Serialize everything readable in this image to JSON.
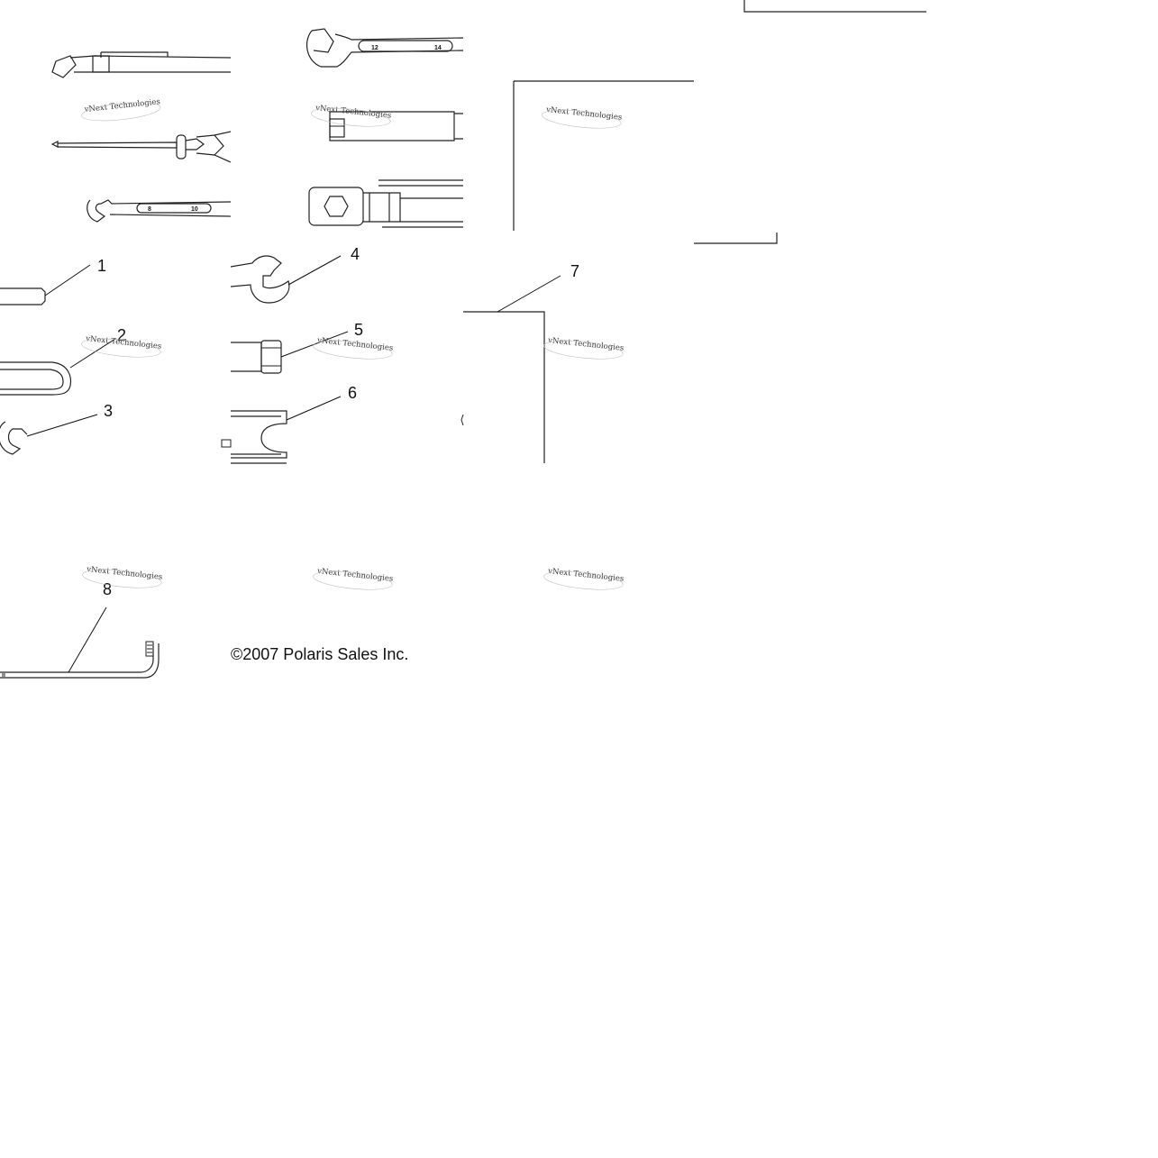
{
  "diagram": {
    "callouts": [
      {
        "id": "1",
        "label": "1"
      },
      {
        "id": "2",
        "label": "2"
      },
      {
        "id": "3",
        "label": "3"
      },
      {
        "id": "4",
        "label": "4"
      },
      {
        "id": "5",
        "label": "5"
      },
      {
        "id": "6",
        "label": "6"
      },
      {
        "id": "7",
        "label": "7"
      },
      {
        "id": "8",
        "label": "8"
      }
    ],
    "watermark_text": "vNext Technologies",
    "wrench_marks": {
      "large_wrench": [
        "12",
        "14"
      ],
      "small_wrench": [
        "8",
        "10"
      ]
    },
    "copyright": "©2007 Polaris Sales Inc."
  }
}
